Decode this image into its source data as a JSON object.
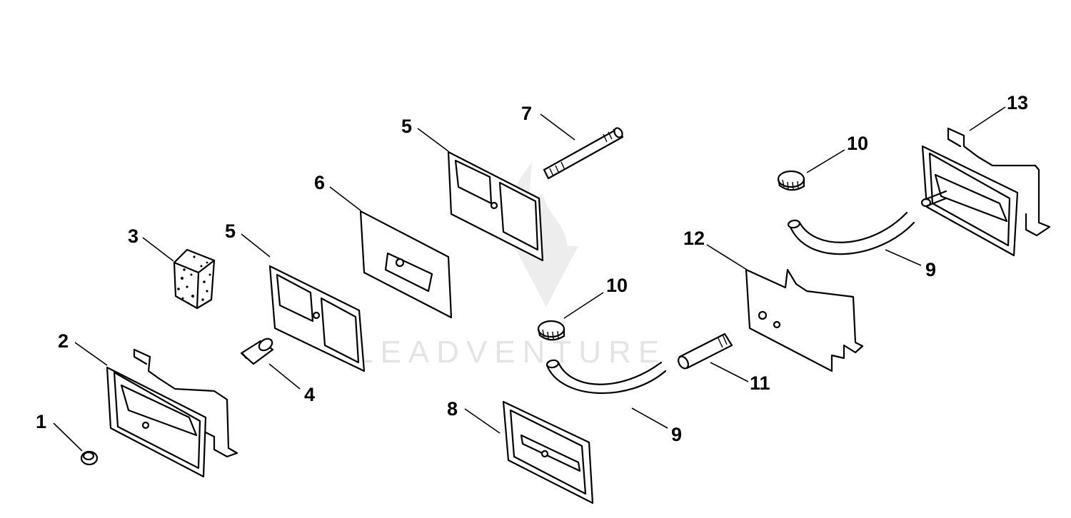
{
  "watermark": {
    "text": "LEADVENTURE"
  },
  "callouts": {
    "c1": "1",
    "c2": "2",
    "c3": "3",
    "c4": "4",
    "c5a": "5",
    "c5b": "5",
    "c6": "6",
    "c7": "7",
    "c8": "8",
    "c9a": "9",
    "c9b": "9",
    "c10a": "10",
    "c10b": "10",
    "c11": "11",
    "c12": "12",
    "c13": "13"
  }
}
